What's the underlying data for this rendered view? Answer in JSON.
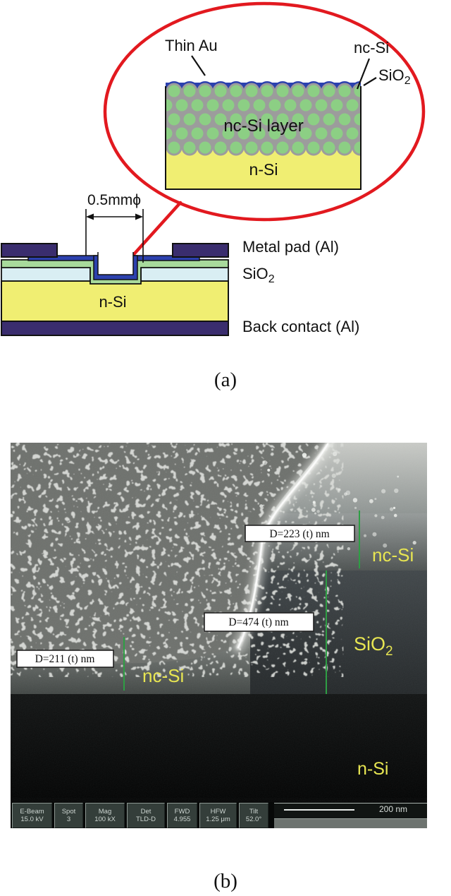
{
  "panel_a": {
    "caption": "(a)",
    "inset": {
      "thin_au": "Thin Au",
      "nc_si": "nc-Si",
      "sio2_base": "SiO",
      "sio2_sub": "2",
      "layer_label": "nc-Si layer",
      "substrate_label": "n-Si"
    },
    "device": {
      "dimension_label": "0.5mmϕ",
      "metal_pad": "Metal pad (Al)",
      "sio2_base": "SiO",
      "sio2_sub": "2",
      "substrate": "n-Si",
      "back_contact": "Back contact (Al)"
    }
  },
  "panel_b": {
    "caption": "(b)",
    "measurements": {
      "top": "D=223 (t) nm",
      "middle": "D=474 (t) nm",
      "left": "D=211 (t) nm"
    },
    "region_labels": {
      "nc_si_right": "nc-Si",
      "sio2_base": "SiO",
      "sio2_sub": "2",
      "nc_si_left": "nc-Si",
      "n_si": "n-Si"
    },
    "databar": {
      "cells": [
        {
          "label": "E-Beam",
          "value": "15.0 kV"
        },
        {
          "label": "Spot",
          "value": "3"
        },
        {
          "label": "Mag",
          "value": "100 kX"
        },
        {
          "label": "Det",
          "value": "TLD-D"
        },
        {
          "label": "FWD",
          "value": "4.955"
        },
        {
          "label": "HFW",
          "value": "1.25 μm"
        },
        {
          "label": "Tilt",
          "value": "52.0°"
        }
      ],
      "scale_label": "200 nm"
    }
  },
  "colors": {
    "highlight_red": "#e2191f",
    "metal_pad_purple": "#3a2d6e",
    "thin_au_blue": "#2c41ae",
    "nc_si_green": "#8ccf84",
    "matrix_gray": "#9c9c9c",
    "n_si_yellow": "#f0ee72",
    "sio2_pale_blue": "#d9eef3",
    "sem_annotation_green": "#2e9e44",
    "sem_label_yellow": "#e8e652"
  }
}
